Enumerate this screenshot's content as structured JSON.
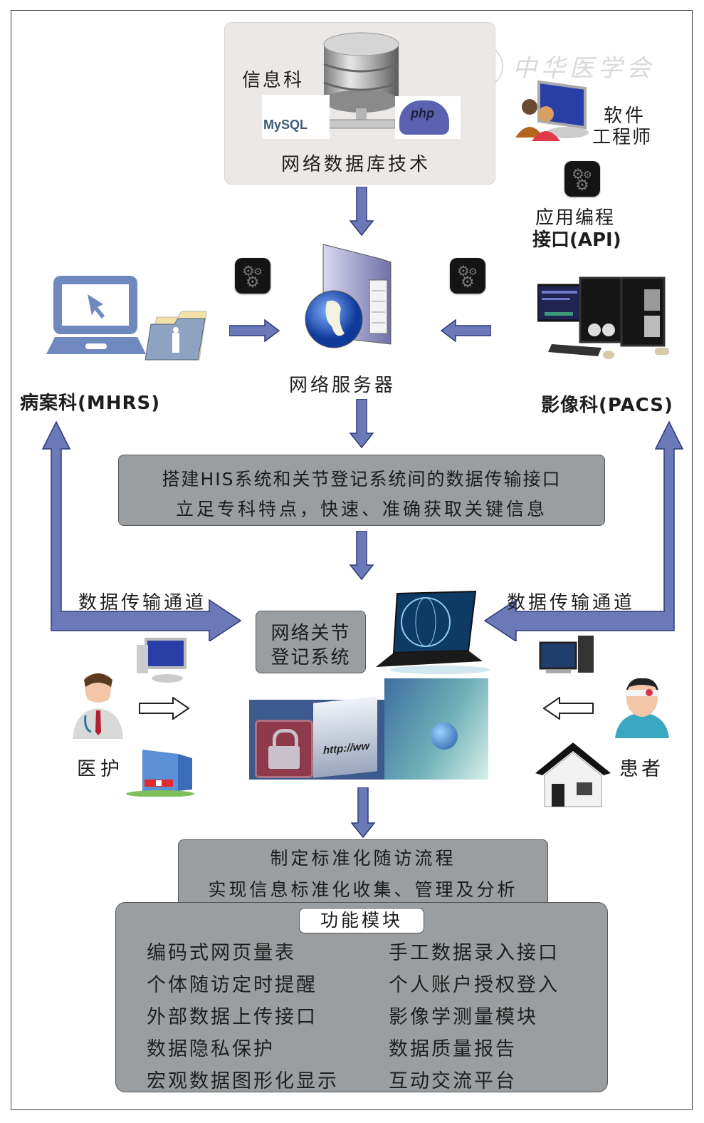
{
  "watermark": {
    "text": "中华医学会"
  },
  "database_box": {
    "department": "信息科",
    "title": "网络数据库技术",
    "logos": [
      "MySQL",
      "php"
    ]
  },
  "engineer": {
    "line1": "软件",
    "line2": "工程师"
  },
  "api": {
    "line1": "应用编程",
    "line2": "接口(API)"
  },
  "server": {
    "label": "网络服务器"
  },
  "mhrs": {
    "label": "病案科(MHRS)"
  },
  "pacs": {
    "label": "影像科(PACS)"
  },
  "interface_box": {
    "line1": "搭建HIS系统和关节登记系统间的数据传输接口",
    "line2": "立足专科特点，快速、准确获取关键信息"
  },
  "channels": {
    "left": "数据传输通道",
    "right": "数据传输通道"
  },
  "registry_box": {
    "line1": "网络关节",
    "line2": "登记系统"
  },
  "medical_staff": {
    "label": "医护"
  },
  "patient": {
    "label": "患者"
  },
  "followup_box": {
    "line1": "制定标准化随访流程",
    "line2": "实现信息标准化收集、管理及分析"
  },
  "modules": {
    "title": "功能模块",
    "left": [
      "编码式网页量表",
      "个体随访定时提醒",
      "外部数据上传接口",
      "数据隐私保护",
      "宏观数据图形化显示"
    ],
    "right": [
      "手工数据录入接口",
      "个人账户授权登入",
      "影像学测量模块",
      "数据质量报告",
      "互动交流平台"
    ]
  },
  "colors": {
    "arrow_fill": "#6b79b8",
    "arrow_stroke": "#2d3a78",
    "box_gray": "#9b9ea0",
    "db_box_bg": "#ebe8e6"
  }
}
